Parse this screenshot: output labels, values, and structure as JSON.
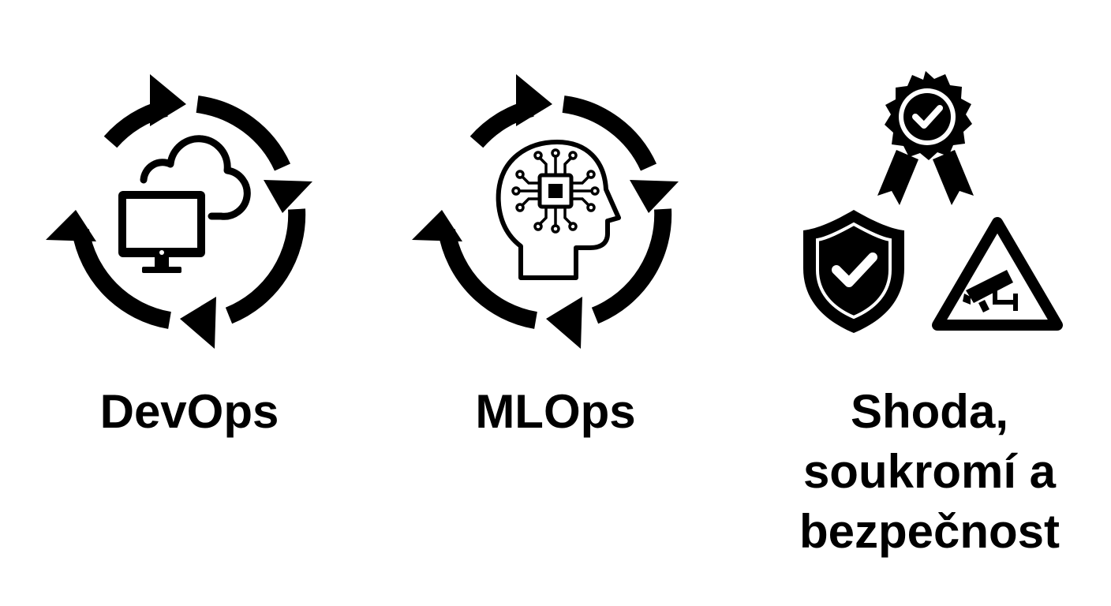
{
  "colors": {
    "ink": "#000000",
    "background": "#ffffff"
  },
  "columns": [
    {
      "id": "devops",
      "label_lines": [
        "DevOps"
      ],
      "icons": [
        "cycle-arrows-icon",
        "cloud-icon",
        "monitor-icon"
      ]
    },
    {
      "id": "mlops",
      "label_lines": [
        "MLOps"
      ],
      "icons": [
        "cycle-arrows-icon",
        "head-icon",
        "chip-icon"
      ]
    },
    {
      "id": "security",
      "label_lines": [
        "Shoda,",
        "soukromí a",
        "bezpečnost"
      ],
      "icons": [
        "award-badge-icon",
        "shield-check-icon",
        "cctv-warning-icon"
      ]
    }
  ]
}
